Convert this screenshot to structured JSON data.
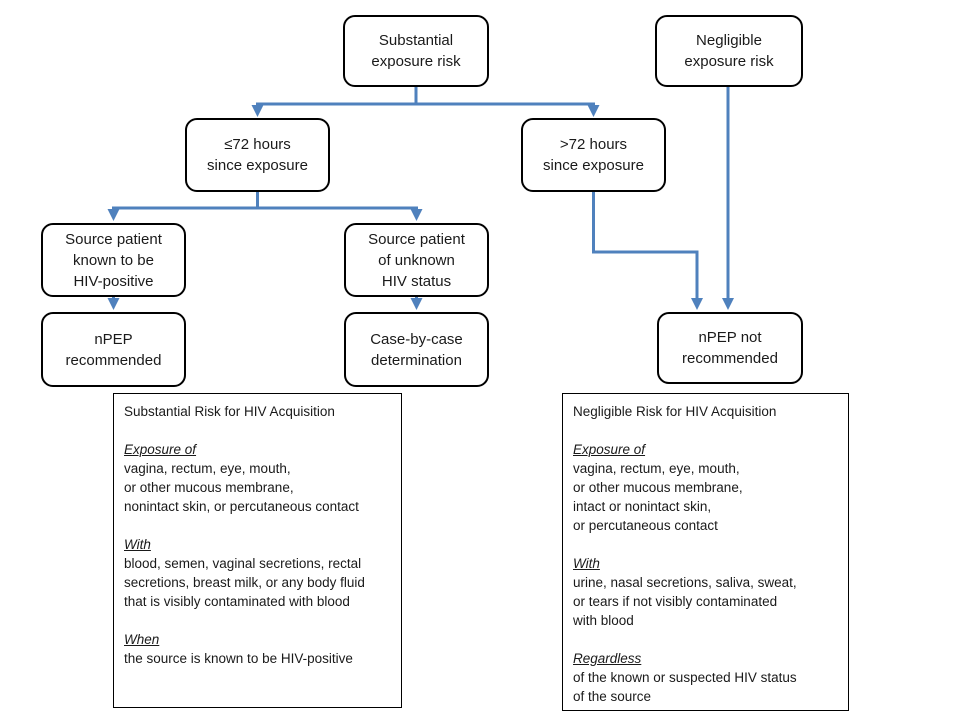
{
  "colors": {
    "connector_blue": "#4f81bd",
    "box_border": "#000000",
    "text": "#1a1a1a",
    "background": "#ffffff"
  },
  "nodes": {
    "substantial": {
      "label": "Substantial\nexposure risk"
    },
    "negligible": {
      "label": "Negligible\nexposure risk"
    },
    "le72": {
      "label": "≤72 hours\nsince exposure"
    },
    "gt72": {
      "label": ">72 hours\nsince exposure"
    },
    "source_known": {
      "label": "Source patient\nknown to be\nHIV-positive"
    },
    "source_unknown": {
      "label": "Source patient\nof unknown\nHIV status"
    },
    "npep_recommended": {
      "label": "nPEP\nrecommended"
    },
    "case_by_case": {
      "label": "Case-by-case\ndetermination"
    },
    "npep_not_recommended": {
      "label": "nPEP not\nrecommended"
    }
  },
  "panels": {
    "substantial": {
      "title": "Substantial Risk for HIV Acquisition",
      "sections": [
        {
          "header": "Exposure of",
          "body": "vagina, rectum, eye, mouth,\nor other mucous membrane,\nnonintact skin, or percutaneous contact"
        },
        {
          "header": "With",
          "body": "blood, semen, vaginal secretions, rectal\nsecretions, breast milk, or any body fluid\nthat is visibly contaminated with blood"
        },
        {
          "header": "When",
          "body": "the source is known to be HIV-positive"
        }
      ]
    },
    "negligible": {
      "title": "Negligible Risk for HIV Acquisition",
      "sections": [
        {
          "header": "Exposure of",
          "body": "vagina, rectum, eye, mouth,\nor other mucous membrane,\nintact or nonintact skin,\nor percutaneous contact"
        },
        {
          "header": "With",
          "body": "urine, nasal secretions, saliva, sweat,\nor tears if not visibly contaminated\nwith blood"
        },
        {
          "header": "Regardless",
          "body": "of the known or suspected HIV status\nof the source"
        }
      ]
    }
  }
}
